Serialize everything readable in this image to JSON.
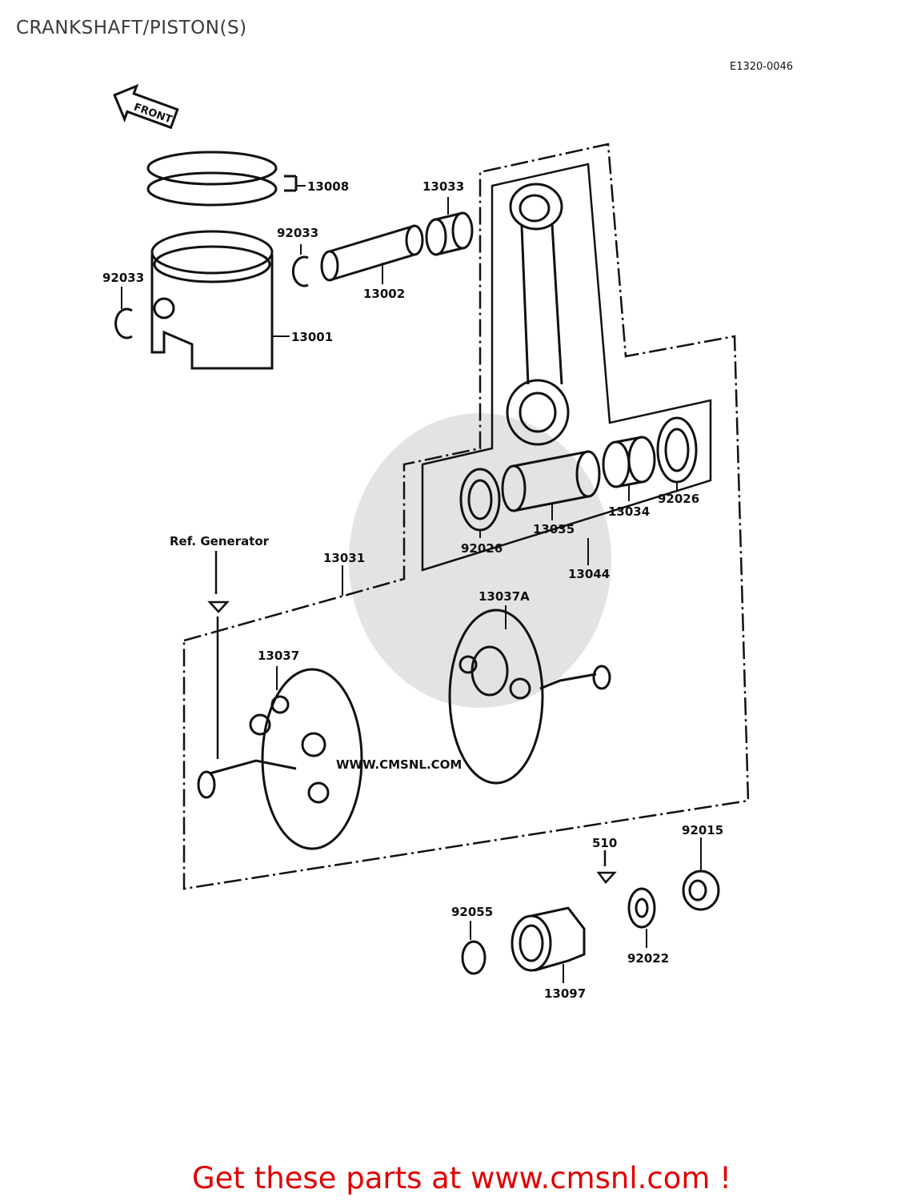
{
  "title": "CRANKSHAFT/PISTON(S)",
  "diagram_code": "E1320-0046",
  "front_label": "FRONT",
  "watermark": "WWW.CMSNL.COM",
  "labels": {
    "p13008": "13008",
    "p13033": "13033",
    "p92033_right": "92033",
    "p92033_left": "92033",
    "p13002": "13002",
    "p13001": "13001",
    "ref_generator": "Ref. Generator",
    "p13031": "13031",
    "p13035": "13035",
    "p13034": "13034",
    "p92026_right": "92026",
    "p92026_left": "92026",
    "p13044": "13044",
    "p13037A": "13037A",
    "p13037": "13037",
    "p510": "510",
    "p92015": "92015",
    "p92055": "92055",
    "p92022": "92022",
    "p13097": "13097"
  },
  "footer": "Get these parts at www.cmsnl.com !"
}
